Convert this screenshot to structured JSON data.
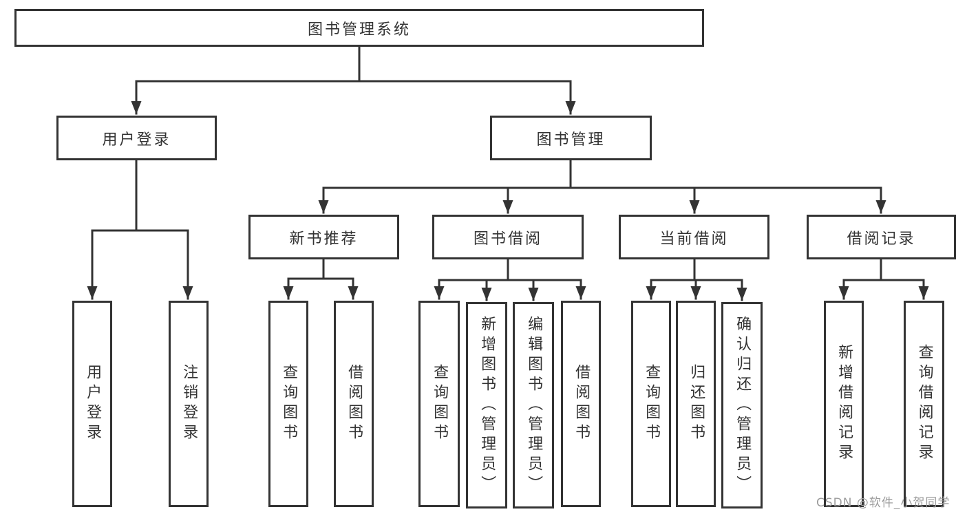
{
  "tree": {
    "root": {
      "label": "图书管理系统",
      "children": [
        {
          "label": "用户登录",
          "children": [
            {
              "label": "用户登录"
            },
            {
              "label": "注销登录"
            }
          ]
        },
        {
          "label": "图书管理",
          "children": [
            {
              "label": "新书推荐",
              "children": [
                {
                  "label": "查询图书"
                },
                {
                  "label": "借阅图书"
                }
              ]
            },
            {
              "label": "图书借阅",
              "children": [
                {
                  "label": "查询图书"
                },
                {
                  "label": "新增图书（管理员）"
                },
                {
                  "label": "编辑图书（管理员）"
                },
                {
                  "label": "借阅图书"
                }
              ]
            },
            {
              "label": "当前借阅",
              "children": [
                {
                  "label": "查询图书"
                },
                {
                  "label": "归还图书"
                },
                {
                  "label": "确认归还（管理员）"
                }
              ]
            },
            {
              "label": "借阅记录",
              "children": [
                {
                  "label": "新增借阅记录"
                },
                {
                  "label": "查询借阅记录"
                }
              ]
            }
          ]
        }
      ]
    }
  },
  "watermark": {
    "text": "CSDN @软件_小贺同学"
  },
  "colors": {
    "line": "#333333",
    "node_border": "#333333",
    "node_text": "#333333",
    "watermark": "#9c9c9c",
    "background": "#ffffff"
  }
}
